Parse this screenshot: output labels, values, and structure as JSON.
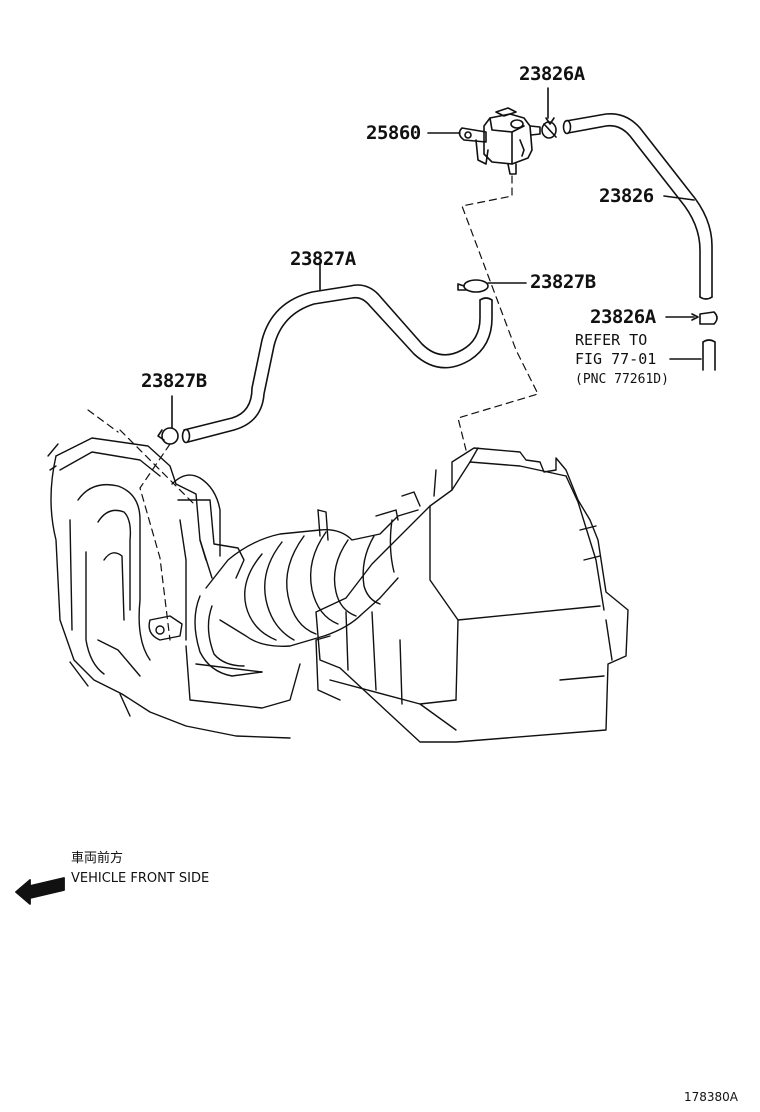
{
  "parts": {
    "p23826A_top": "23826A",
    "p25860": "25860",
    "p23826": "23826",
    "p23827A": "23827A",
    "p23827B_right": "23827B",
    "p23826A_lower": "23826A",
    "p23827B_left": "23827B"
  },
  "refer": {
    "line1": "REFER TO",
    "line2": "FIG 77-01",
    "line3": "(PNC 77261D)"
  },
  "front": {
    "jp": "車両前方",
    "en": "VEHICLE FRONT SIDE"
  },
  "illustration_code": "178380A",
  "colors": {
    "line": "#111111",
    "background": "#ffffff"
  }
}
